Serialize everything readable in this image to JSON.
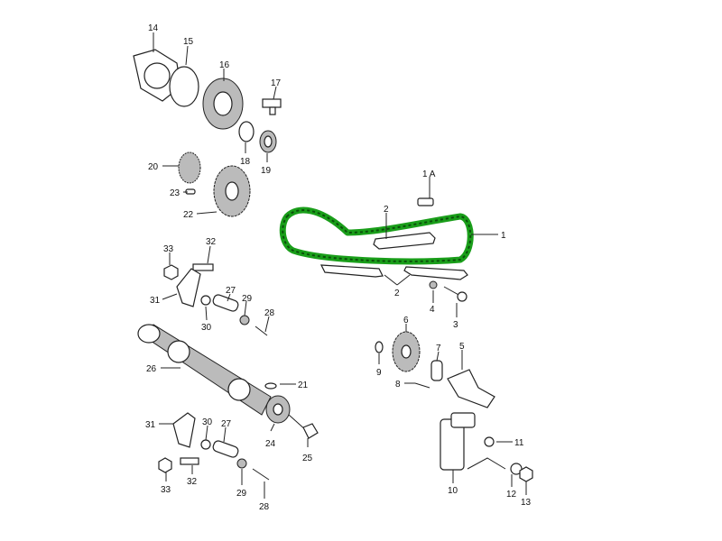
{
  "diagram": {
    "highlight_color": "#1a9e1a",
    "labels": [
      "14",
      "15",
      "16",
      "17",
      "18",
      "19",
      "20",
      "23",
      "22",
      "1 A",
      "2",
      "1",
      "2",
      "4",
      "3",
      "33",
      "32",
      "31",
      "27",
      "29",
      "28",
      "30",
      "26",
      "21",
      "6",
      "9",
      "7",
      "5",
      "8",
      "24",
      "25",
      "31",
      "30",
      "27",
      "11",
      "10",
      "12",
      "13",
      "33",
      "32",
      "29",
      "28"
    ]
  }
}
